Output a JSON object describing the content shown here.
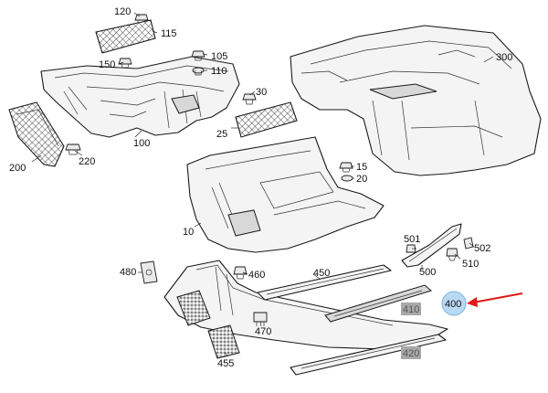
{
  "labels": {
    "p10": "10",
    "p15": "15",
    "p20": "20",
    "p25": "25",
    "p30": "30",
    "p100": "100",
    "p105": "105",
    "p110": "110",
    "p115": "115",
    "p120": "120",
    "p150": "150",
    "p200": "200",
    "p220": "220",
    "p300": "300",
    "p400": "400",
    "p410": "410",
    "p420": "420",
    "p450": "450",
    "p455": "455",
    "p460": "460",
    "p470": "470",
    "p480": "480",
    "p500": "500",
    "p501": "501",
    "p502": "502",
    "p510": "510"
  },
  "highlight": {
    "part": "400",
    "fill_color": "#b9d9f3",
    "arrow_color": "#e01919"
  },
  "boxed_labels": [
    "410",
    "420"
  ]
}
